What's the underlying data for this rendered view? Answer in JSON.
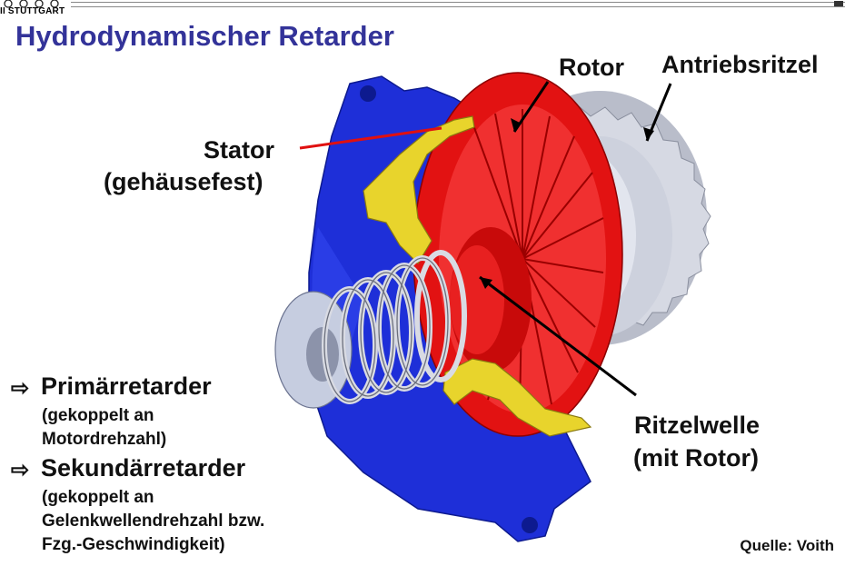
{
  "header": {
    "logo_text": "II STUTTGART"
  },
  "title": "Hydrodynamischer Retarder",
  "labels": {
    "stator_line1": "Stator",
    "stator_line2": "(gehäusefest)",
    "rotor": "Rotor",
    "antriebsritzel": "Antriebsritzel",
    "ritzelwelle_line1": "Ritzelwelle",
    "ritzelwelle_line2": "(mit Rotor)"
  },
  "bullets": [
    {
      "icon": "hollow-right-arrow-icon",
      "heading": "Primärretarder",
      "sub_lines": [
        "(gekoppelt an",
        "Motordrehzahl)"
      ]
    },
    {
      "icon": "hollow-right-arrow-icon",
      "heading": "Sekundärretarder",
      "sub_lines": [
        "(gekoppelt an",
        "Gelenkwellendrehzahl bzw.",
        "Fzg.-Geschwindigkeit)"
      ]
    }
  ],
  "source": "Quelle: Voith",
  "colors": {
    "title": "#333399",
    "housing_blue": "#1a2fd6",
    "rotor_red": "#e01010",
    "stator_yellow": "#e6d22a",
    "gear_gray": "#c8ccd8",
    "stator_pointer": "#e01010"
  }
}
